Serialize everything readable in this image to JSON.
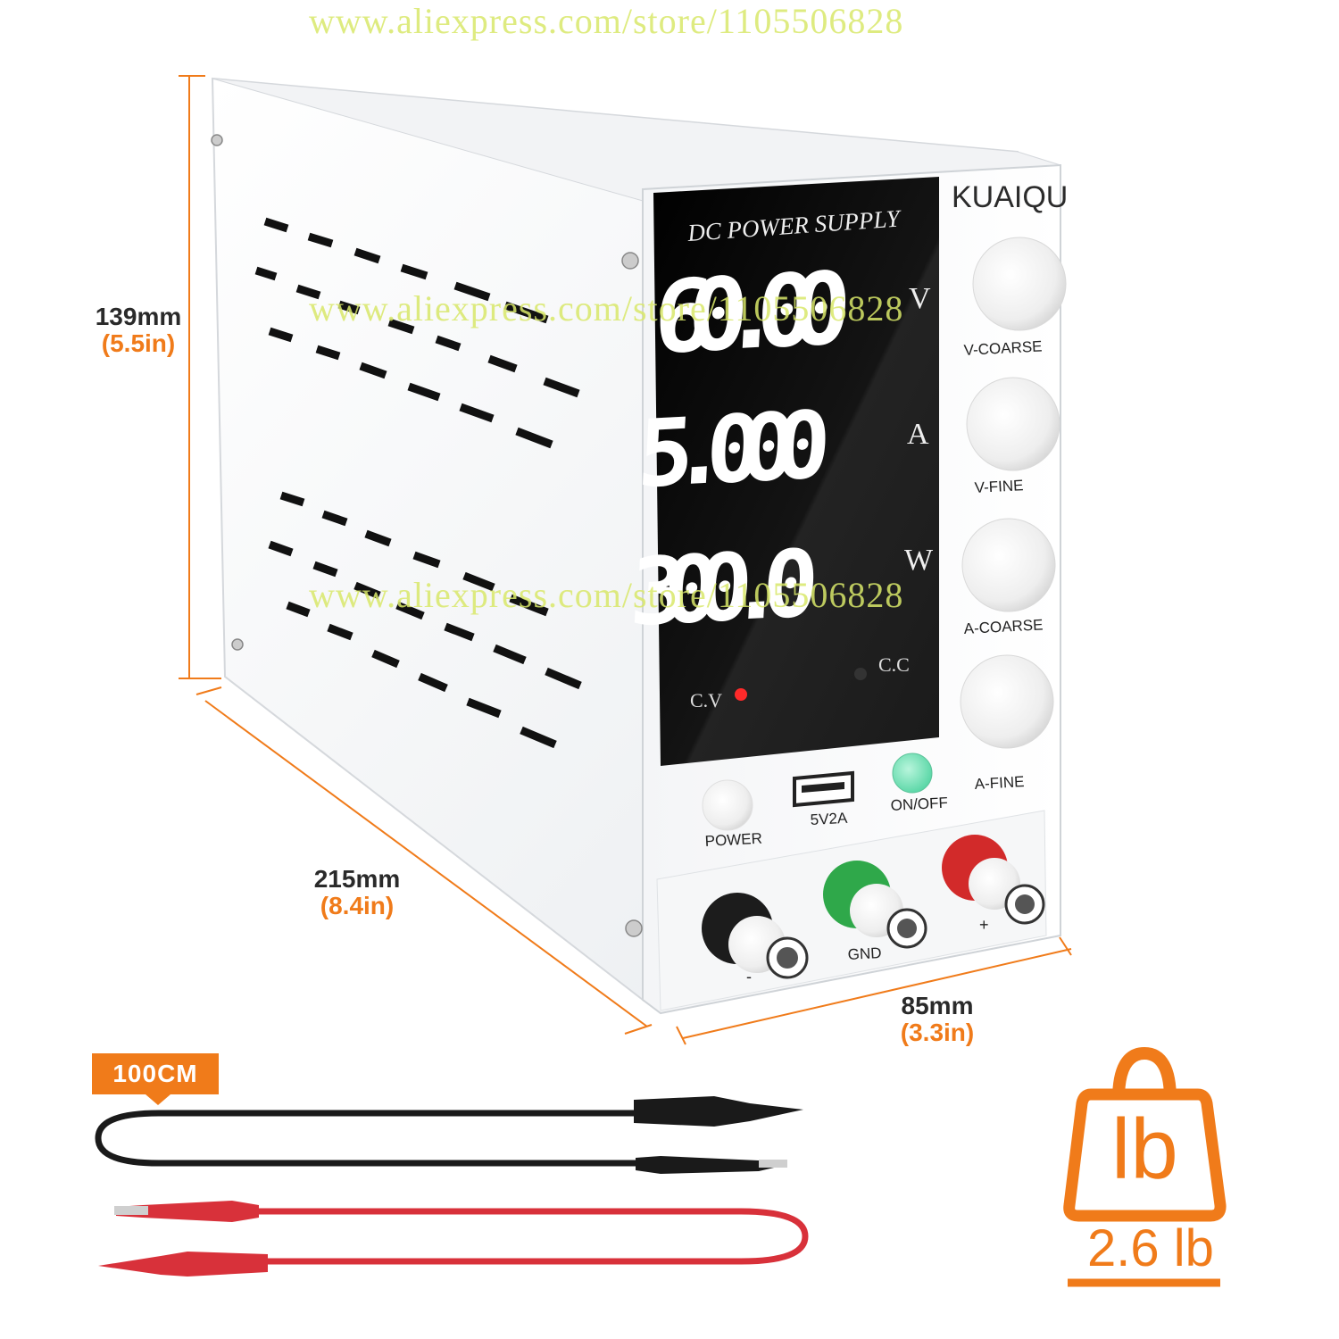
{
  "watermark": {
    "text": "www.aliexpress.com/store/1105506828"
  },
  "panel": {
    "title": "DC POWER SUPPLY",
    "brand": "KUAIQU",
    "voltage": "60.00",
    "voltage_unit": "V",
    "current": "5.000",
    "current_unit": "A",
    "power": "300.0",
    "power_unit": "W",
    "cv_label": "C.V",
    "cc_label": "C.C",
    "knob_labels": [
      "V-COARSE",
      "V-FINE",
      "A-COARSE",
      "A-FINE"
    ],
    "power_label": "POWER",
    "usb_label": "5V2A",
    "onoff_label": "ON/OFF",
    "gnd_label": "GND",
    "minus_label": "-",
    "plus_label": "+"
  },
  "dimensions": {
    "height": {
      "mm": "139mm",
      "in": "(5.5in)"
    },
    "depth": {
      "mm": "215mm",
      "in": "(8.4in)"
    },
    "width": {
      "mm": "85mm",
      "in": "(3.3in)"
    }
  },
  "cable": {
    "length_label": "100CM"
  },
  "weight": {
    "icon_text": "lb",
    "value": "2.6 lb"
  },
  "colors": {
    "accent": "#f07b1a",
    "display": "#111111",
    "watermark": "#d9e86a",
    "green": "#3fb04f",
    "red": "#d42a2a"
  }
}
